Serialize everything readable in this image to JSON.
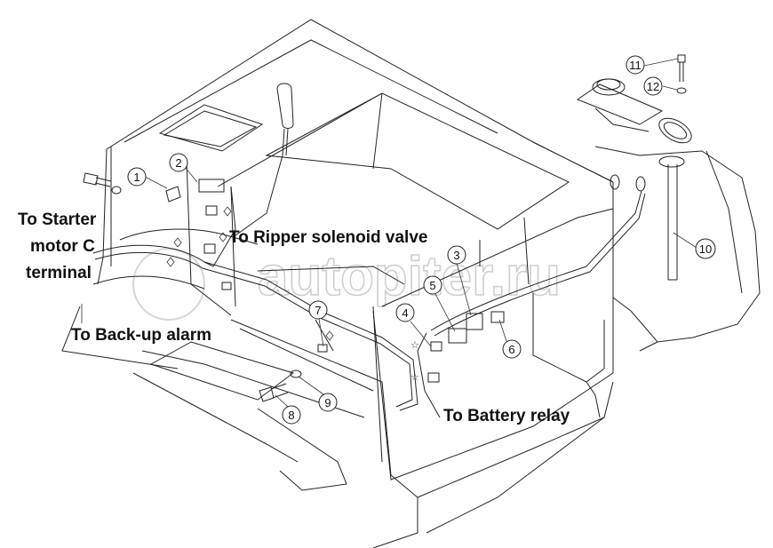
{
  "labels": {
    "starter_1": "To Starter",
    "starter_2": "motor C",
    "starter_3": "terminal",
    "ripper": "To Ripper solenoid valve",
    "backup": "To Back-up alarm",
    "battery": "To Battery relay"
  },
  "watermark": "autopiter.ru",
  "callouts": [
    "1",
    "2",
    "3",
    "4",
    "5",
    "6",
    "7",
    "8",
    "9",
    "10",
    "11",
    "12"
  ]
}
